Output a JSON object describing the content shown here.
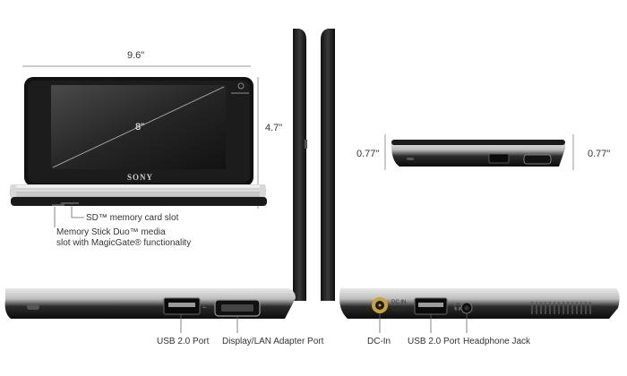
{
  "dimensions": {
    "width": "9.6\"",
    "height": "4.7\"",
    "depth_left": "0.77\"",
    "depth_right": "0.77\"",
    "screen_diagonal": "8\""
  },
  "branding": {
    "logo": "SONY"
  },
  "callouts": {
    "sd_slot": "SD™ memory card slot",
    "memory_stick_line1": "Memory Stick Duo™ media",
    "memory_stick_line2": "slot with MagicGate® functionality"
  },
  "port_labels": {
    "usb_left": "USB 2.0 Port",
    "display_lan": "Display/LAN Adapter Port",
    "dc_in": "DC-In",
    "usb_right": "USB 2.0 Port",
    "headphone": "Headphone Jack"
  },
  "port_markings": {
    "dc_in_text": "DC IN",
    "dc_in_voltage": "10.5V"
  }
}
